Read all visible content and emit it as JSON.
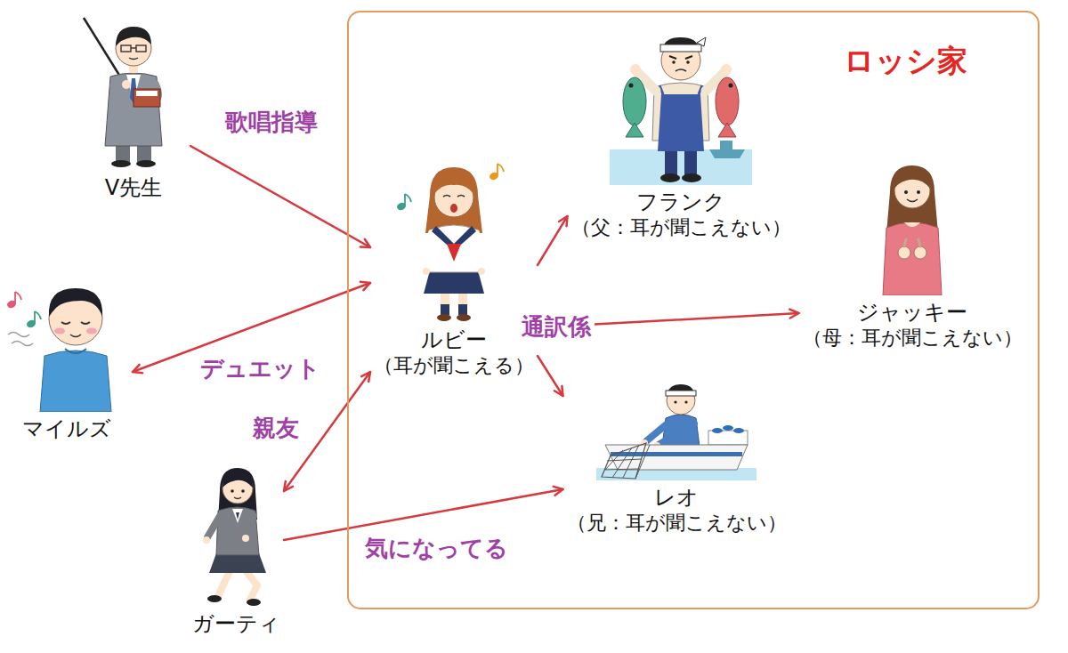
{
  "diagram": {
    "nodes": [
      {
        "text": [
          "V先生"
        ]
      },
      {
        "text": [
          "ロッシ家"
        ]
      },
      {
        "text": [
          "ルビー",
          "（耳が聞こえる）"
        ],
        "in": 1
      },
      {
        "text": [
          "フランク",
          "（父：耳が聞こえない）"
        ],
        "in": 1
      },
      {
        "text": [
          "ジャッキー",
          "（母：耳が聞こえない）"
        ],
        "in": 1
      },
      {
        "text": [
          "レオ",
          "（兄：耳が聞こえない）"
        ],
        "in": 1
      },
      {
        "text": [
          "マイルズ"
        ]
      },
      {
        "text": [
          "ガーティ"
        ]
      }
    ],
    "edges": [
      {
        "from": 0,
        "to": 2,
        "label": "歌唱指導",
        "arrow": "to"
      },
      {
        "from": 2,
        "to": 6,
        "label": "デュエット",
        "arrow": "both"
      },
      {
        "from": 2,
        "to": 7,
        "label": "親友",
        "arrow": "both"
      },
      {
        "from": 7,
        "to": 5,
        "label": "気になってる",
        "arrow": "to"
      },
      {
        "from": 2,
        "to": 3,
        "arrow": "to"
      },
      {
        "from": 2,
        "to": 4,
        "label": "通訳係",
        "arrow": "to"
      },
      {
        "from": 2,
        "to": 5,
        "arrow": "to"
      }
    ]
  }
}
